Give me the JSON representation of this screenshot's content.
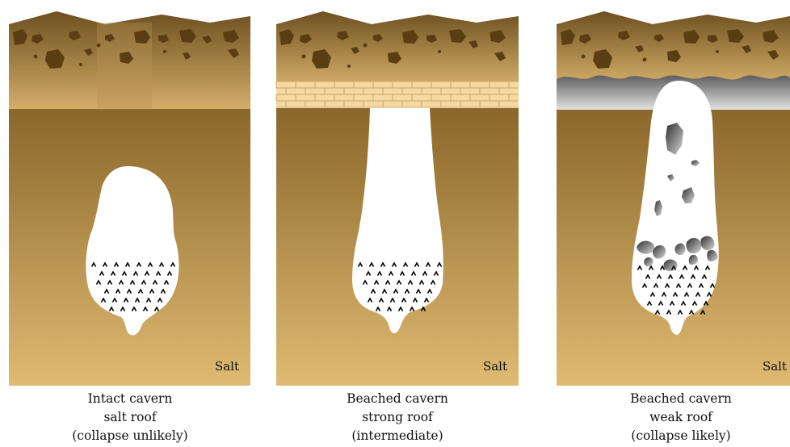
{
  "panels": [
    {
      "id": "intact",
      "rock_label": "Salt",
      "caption": [
        "Intact cavern",
        "salt roof",
        "(collapse unlikely)"
      ]
    },
    {
      "id": "beached-strong",
      "rock_label": "Salt",
      "caption": [
        "Beached cavern",
        "strong roof",
        "(intermediate)"
      ]
    },
    {
      "id": "beached-weak",
      "rock_label": "Salt",
      "caption": [
        "Beached cavern",
        "weak roof",
        "(collapse likely)"
      ]
    }
  ],
  "colors": {
    "topsoil_top": "#7a5a24",
    "topsoil_bottom": "#c9a564",
    "salt_top": "#8e6b2c",
    "salt_bottom": "#dcb66f",
    "rock_chunk": "#5c3f12",
    "brick_fill": "#f7d9a0",
    "brick_line": "#c9a46a",
    "shale_top": "#6a6a6a",
    "shale_bottom": "#d8d8d8",
    "cavern": "#ffffff",
    "debris_mark": "#000000"
  }
}
